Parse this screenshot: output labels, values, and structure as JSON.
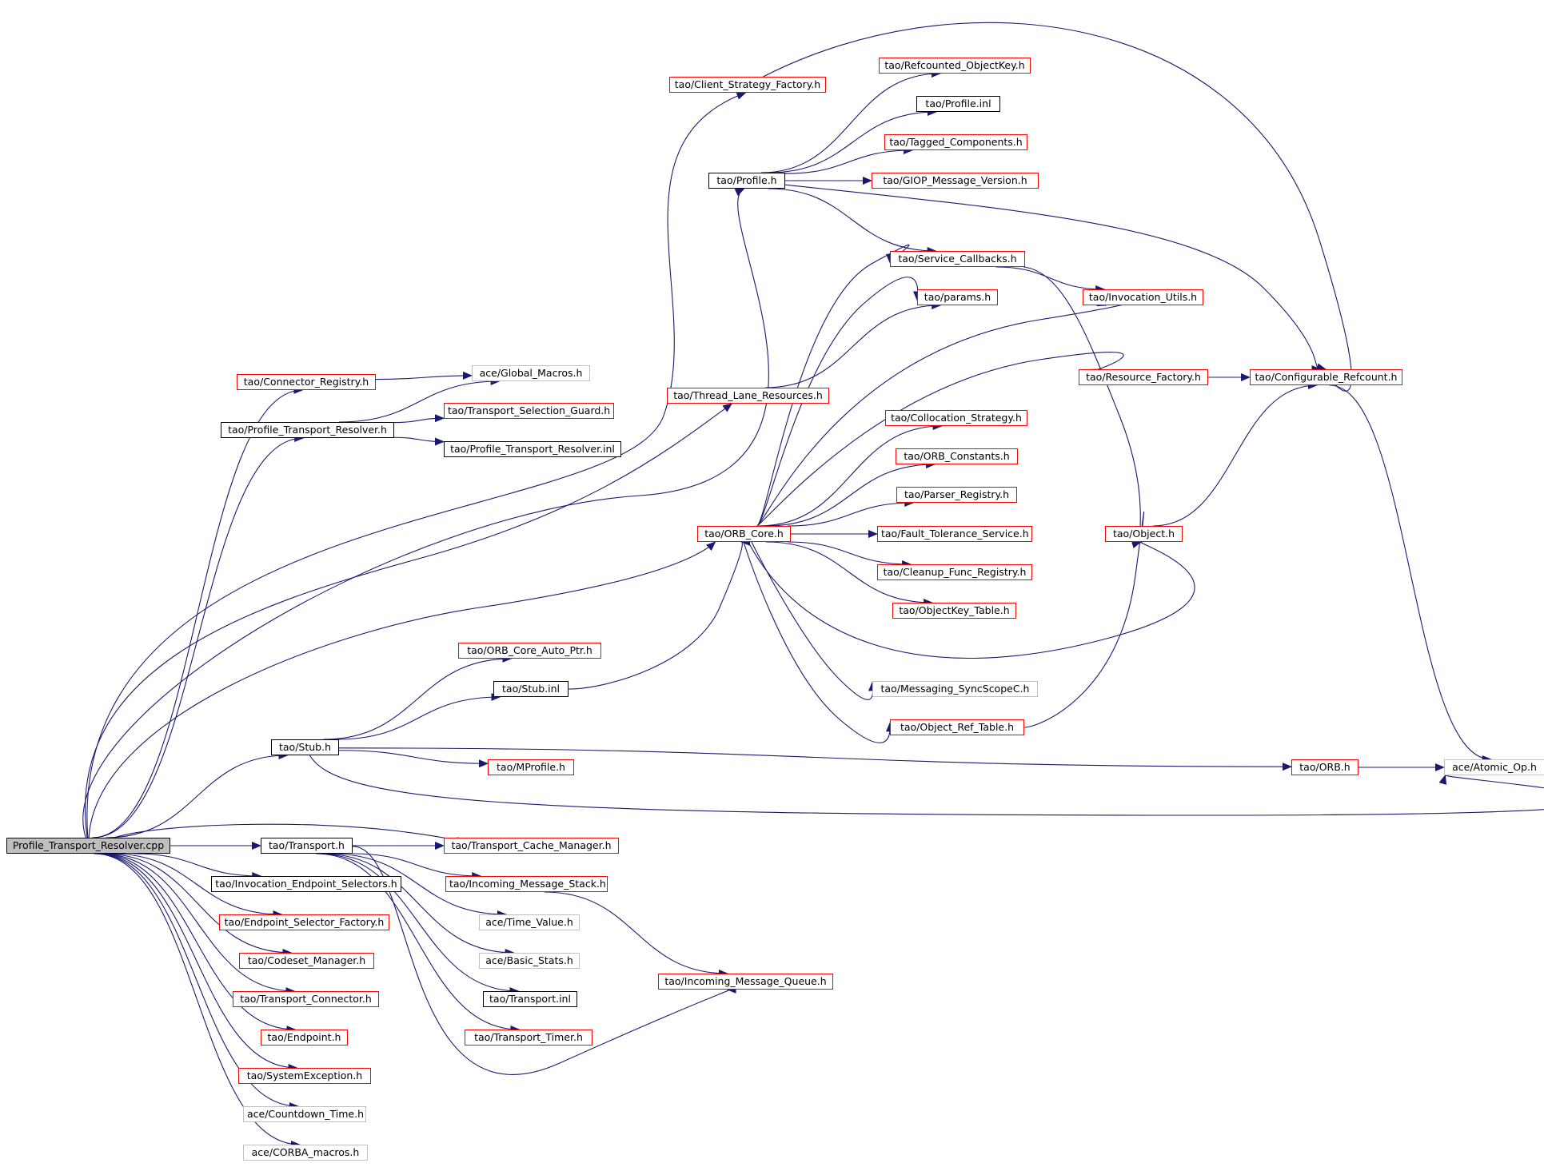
{
  "colors": {
    "edge": "#191970",
    "red_border": "#ff0000",
    "black_border": "#000000",
    "gray_border": "#bfbfbf",
    "root_fill": "#bfbfbf"
  },
  "nodes": [
    {
      "id": "root",
      "label": "Profile_Transport_Resolver.cpp",
      "style": "root"
    },
    {
      "id": "connreg",
      "label": "tao/Connector_Registry.h",
      "style": "red"
    },
    {
      "id": "globmac",
      "label": "ace/Global_Macros.h",
      "style": "gray"
    },
    {
      "id": "ptrh",
      "label": "tao/Profile_Transport_Resolver.h",
      "style": "black"
    },
    {
      "id": "tsg",
      "label": "tao/Transport_Selection_Guard.h",
      "style": "red"
    },
    {
      "id": "ptrinl",
      "label": "tao/Profile_Transport_Resolver.inl",
      "style": "black"
    },
    {
      "id": "csf",
      "label": "tao/Client_Strategy_Factory.h",
      "style": "red"
    },
    {
      "id": "refok",
      "label": "tao/Refcounted_ObjectKey.h",
      "style": "red"
    },
    {
      "id": "profinl",
      "label": "tao/Profile.inl",
      "style": "black"
    },
    {
      "id": "tagged",
      "label": "tao/Tagged_Components.h",
      "style": "red"
    },
    {
      "id": "profh",
      "label": "tao/Profile.h",
      "style": "black"
    },
    {
      "id": "giop",
      "label": "tao/GIOP_Message_Version.h",
      "style": "red"
    },
    {
      "id": "svccb",
      "label": "tao/Service_Callbacks.h",
      "style": "red"
    },
    {
      "id": "params",
      "label": "tao/params.h",
      "style": "red"
    },
    {
      "id": "invutil",
      "label": "tao/Invocation_Utils.h",
      "style": "red"
    },
    {
      "id": "tlr",
      "label": "tao/Thread_Lane_Resources.h",
      "style": "red"
    },
    {
      "id": "resfac",
      "label": "tao/Resource_Factory.h",
      "style": "red"
    },
    {
      "id": "confref",
      "label": "tao/Configurable_Refcount.h",
      "style": "red"
    },
    {
      "id": "collstr",
      "label": "tao/Collocation_Strategy.h",
      "style": "red"
    },
    {
      "id": "orbconst",
      "label": "tao/ORB_Constants.h",
      "style": "red"
    },
    {
      "id": "parser",
      "label": "tao/Parser_Registry.h",
      "style": "red"
    },
    {
      "id": "orbcore",
      "label": "tao/ORB_Core.h",
      "style": "red"
    },
    {
      "id": "fts",
      "label": "tao/Fault_Tolerance_Service.h",
      "style": "red"
    },
    {
      "id": "objh",
      "label": "tao/Object.h",
      "style": "red"
    },
    {
      "id": "cleanup",
      "label": "tao/Cleanup_Func_Registry.h",
      "style": "red"
    },
    {
      "id": "okt",
      "label": "tao/ObjectKey_Table.h",
      "style": "red"
    },
    {
      "id": "orbcap",
      "label": "tao/ORB_Core_Auto_Ptr.h",
      "style": "red"
    },
    {
      "id": "stubinl",
      "label": "tao/Stub.inl",
      "style": "black"
    },
    {
      "id": "msgsync",
      "label": "tao/Messaging_SyncScopeC.h",
      "style": "gray"
    },
    {
      "id": "objref",
      "label": "tao/Object_Ref_Table.h",
      "style": "red"
    },
    {
      "id": "stubh",
      "label": "tao/Stub.h",
      "style": "black"
    },
    {
      "id": "mprof",
      "label": "tao/MProfile.h",
      "style": "red"
    },
    {
      "id": "orbh",
      "label": "tao/ORB.h",
      "style": "red"
    },
    {
      "id": "atomic",
      "label": "ace/Atomic_Op.h",
      "style": "gray"
    },
    {
      "id": "transh",
      "label": "tao/Transport.h",
      "style": "black"
    },
    {
      "id": "tcm",
      "label": "tao/Transport_Cache_Manager.h",
      "style": "red"
    },
    {
      "id": "ies",
      "label": "tao/Invocation_Endpoint_Selectors.h",
      "style": "black"
    },
    {
      "id": "ims",
      "label": "tao/Incoming_Message_Stack.h",
      "style": "red"
    },
    {
      "id": "esf",
      "label": "tao/Endpoint_Selector_Factory.h",
      "style": "red"
    },
    {
      "id": "timeval",
      "label": "ace/Time_Value.h",
      "style": "gray"
    },
    {
      "id": "codeset",
      "label": "tao/Codeset_Manager.h",
      "style": "red"
    },
    {
      "id": "basicst",
      "label": "ace/Basic_Stats.h",
      "style": "gray"
    },
    {
      "id": "imq",
      "label": "tao/Incoming_Message_Queue.h",
      "style": "red"
    },
    {
      "id": "transconn",
      "label": "tao/Transport_Connector.h",
      "style": "red"
    },
    {
      "id": "transinl",
      "label": "tao/Transport.inl",
      "style": "black"
    },
    {
      "id": "endpoint",
      "label": "tao/Endpoint.h",
      "style": "red"
    },
    {
      "id": "transtimer",
      "label": "tao/Transport_Timer.h",
      "style": "red"
    },
    {
      "id": "sysexc",
      "label": "tao/SystemException.h",
      "style": "red"
    },
    {
      "id": "countdown",
      "label": "ace/Countdown_Time.h",
      "style": "gray"
    },
    {
      "id": "corbamac",
      "label": "ace/CORBA_macros.h",
      "style": "gray"
    }
  ],
  "edges": [
    [
      "root",
      "connreg"
    ],
    [
      "root",
      "ptrh"
    ],
    [
      "root",
      "csf"
    ],
    [
      "root",
      "profh"
    ],
    [
      "root",
      "tlr"
    ],
    [
      "root",
      "orbcore"
    ],
    [
      "root",
      "stubh"
    ],
    [
      "root",
      "transh"
    ],
    [
      "root",
      "tcm"
    ],
    [
      "root",
      "ies"
    ],
    [
      "root",
      "esf"
    ],
    [
      "root",
      "codeset"
    ],
    [
      "root",
      "transconn"
    ],
    [
      "root",
      "endpoint"
    ],
    [
      "root",
      "sysexc"
    ],
    [
      "root",
      "countdown"
    ],
    [
      "root",
      "corbamac"
    ],
    [
      "connreg",
      "globmac"
    ],
    [
      "ptrh",
      "globmac"
    ],
    [
      "ptrh",
      "tsg"
    ],
    [
      "ptrh",
      "ptrinl"
    ],
    [
      "csf",
      "confref"
    ],
    [
      "profh",
      "refok"
    ],
    [
      "profh",
      "profinl"
    ],
    [
      "profh",
      "tagged"
    ],
    [
      "profh",
      "giop"
    ],
    [
      "profh",
      "svccb"
    ],
    [
      "profh",
      "confref"
    ],
    [
      "tlr",
      "params"
    ],
    [
      "svccb",
      "invutil"
    ],
    [
      "svccb",
      "objh"
    ],
    [
      "resfac",
      "confref"
    ],
    [
      "objh",
      "confref"
    ],
    [
      "confref",
      "atomic"
    ],
    [
      "orbcore",
      "svccb"
    ],
    [
      "orbcore",
      "params"
    ],
    [
      "orbcore",
      "invutil"
    ],
    [
      "orbcore",
      "resfac"
    ],
    [
      "orbcore",
      "collstr"
    ],
    [
      "orbcore",
      "orbconst"
    ],
    [
      "orbcore",
      "parser"
    ],
    [
      "orbcore",
      "fts"
    ],
    [
      "orbcore",
      "cleanup"
    ],
    [
      "orbcore",
      "okt"
    ],
    [
      "orbcore",
      "objh"
    ],
    [
      "orbcore",
      "msgsync"
    ],
    [
      "orbcore",
      "objref"
    ],
    [
      "objref",
      "objh"
    ],
    [
      "stubh",
      "orbcap"
    ],
    [
      "stubh",
      "stubinl"
    ],
    [
      "stubh",
      "mprof"
    ],
    [
      "stubh",
      "orbh"
    ],
    [
      "stubh",
      "atomic"
    ],
    [
      "stubinl",
      "orbcore"
    ],
    [
      "orbh",
      "atomic"
    ],
    [
      "transh",
      "tcm"
    ],
    [
      "transh",
      "ims"
    ],
    [
      "transh",
      "timeval"
    ],
    [
      "transh",
      "basicst"
    ],
    [
      "transh",
      "transinl"
    ],
    [
      "transh",
      "transtimer"
    ],
    [
      "transh",
      "imq"
    ],
    [
      "ims",
      "imq"
    ]
  ]
}
